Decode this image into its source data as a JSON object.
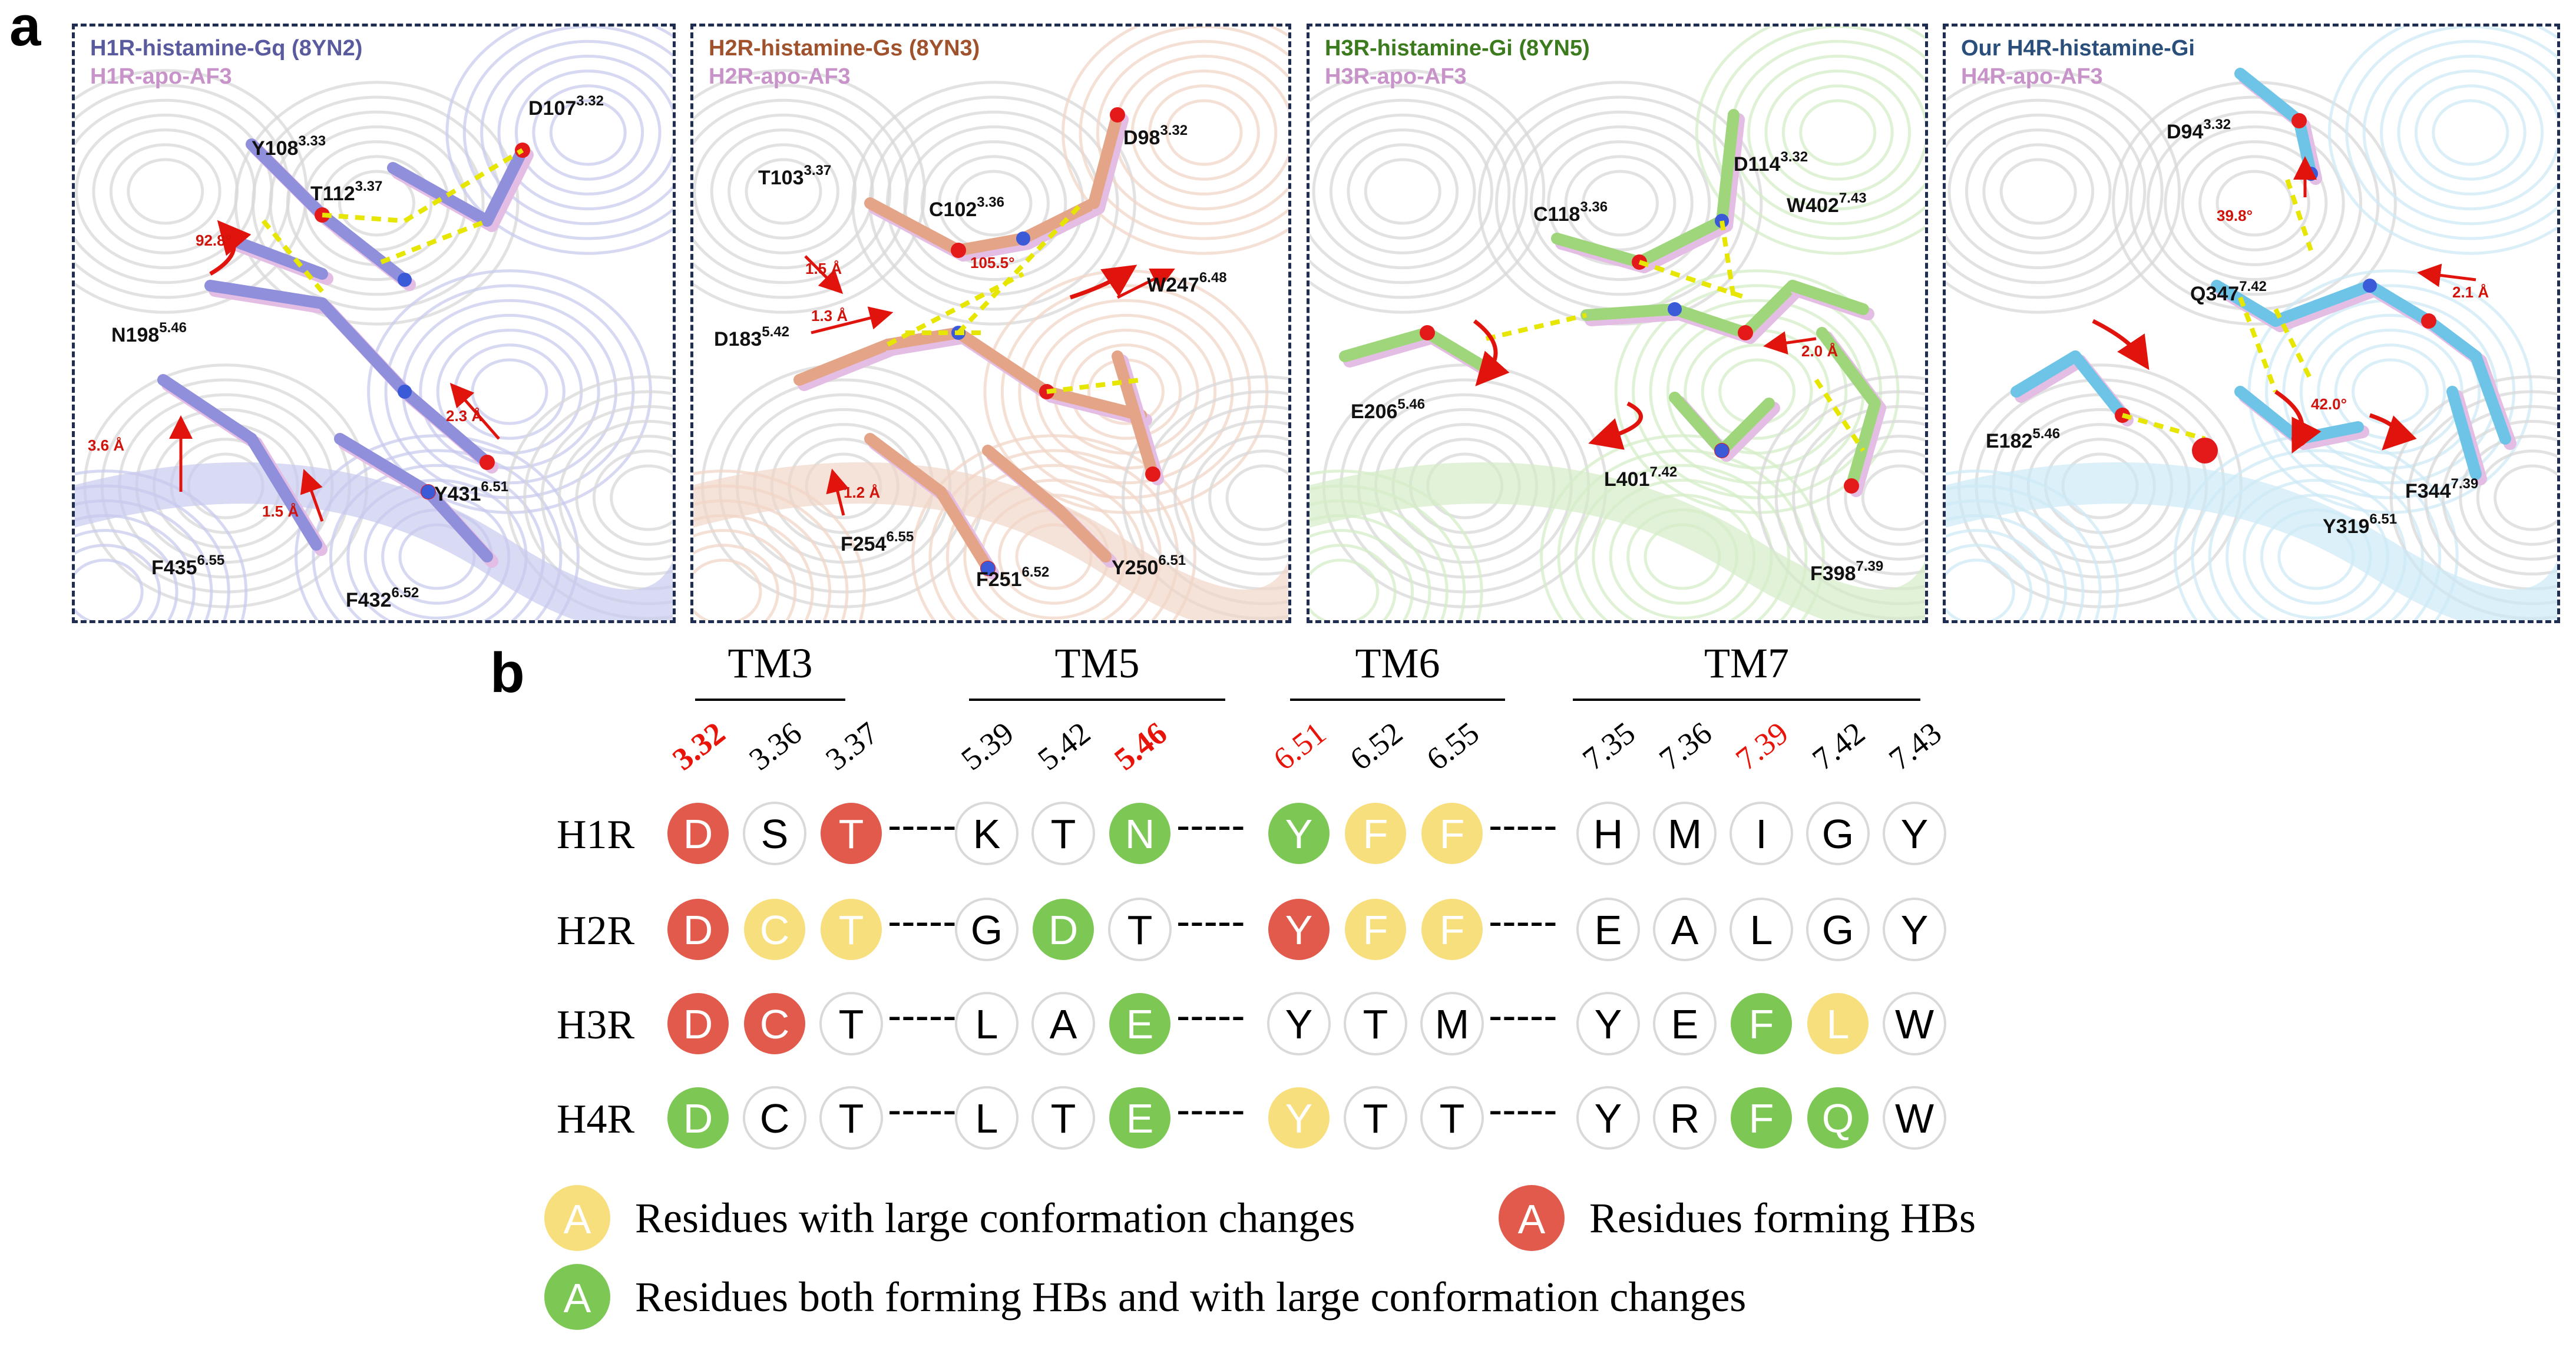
{
  "figure": {
    "panel_a_letter": "a",
    "panel_b_letter": "b"
  },
  "panels": [
    {
      "id": "h1r",
      "legend_main": "H1R-histamine-Gq (8YN2)",
      "legend_apo": "H1R-apo-AF3",
      "main_color": "#5a5b9e",
      "apo_color": "#c793c9",
      "stick_color": "#8f8fdc",
      "helix_color": "#c9cbee",
      "residues": [
        {
          "name": "Y108",
          "pos": "3.33"
        },
        {
          "name": "D107",
          "pos": "3.32"
        },
        {
          "name": "T112",
          "pos": "3.37"
        },
        {
          "name": "N198",
          "pos": "5.46"
        },
        {
          "name": "Y431",
          "pos": "6.51"
        },
        {
          "name": "F435",
          "pos": "6.55"
        },
        {
          "name": "F432",
          "pos": "6.52"
        }
      ],
      "measures": [
        "92.8°",
        "3.6 Å",
        "1.5 Å",
        "2.3 Å"
      ]
    },
    {
      "id": "h2r",
      "legend_main": "H2R-histamine-Gs (8YN3)",
      "legend_apo": "H2R-apo-AF3",
      "main_color": "#a0522d",
      "apo_color": "#c793c9",
      "stick_color": "#e3a488",
      "helix_color": "#f1d5c8",
      "residues": [
        {
          "name": "D98",
          "pos": "3.32"
        },
        {
          "name": "T103",
          "pos": "3.37"
        },
        {
          "name": "C102",
          "pos": "3.36"
        },
        {
          "name": "W247",
          "pos": "6.48"
        },
        {
          "name": "D183",
          "pos": "5.42"
        },
        {
          "name": "F254",
          "pos": "6.55"
        },
        {
          "name": "F251",
          "pos": "6.52"
        },
        {
          "name": "Y250",
          "pos": "6.51"
        }
      ],
      "measures": [
        "1.5 Å",
        "105.5°",
        "1.3 Å",
        "1.2 Å"
      ]
    },
    {
      "id": "h3r",
      "legend_main": "H3R-histamine-Gi (8YN5)",
      "legend_apo": "H3R-apo-AF3",
      "main_color": "#3c7a1e",
      "apo_color": "#c793c9",
      "stick_color": "#9fd67c",
      "helix_color": "#d6edc8",
      "residues": [
        {
          "name": "D114",
          "pos": "3.32"
        },
        {
          "name": "C118",
          "pos": "3.36"
        },
        {
          "name": "W402",
          "pos": "7.43"
        },
        {
          "name": "E206",
          "pos": "5.46"
        },
        {
          "name": "L401",
          "pos": "7.42"
        },
        {
          "name": "F398",
          "pos": "7.39"
        }
      ],
      "measures": [
        "2.0 Å"
      ]
    },
    {
      "id": "h4r",
      "legend_main": "Our H4R-histamine-Gi",
      "legend_apo": "H4R-apo-AF3",
      "main_color": "#2a4f7a",
      "apo_color": "#c793c9",
      "stick_color": "#6ec4e6",
      "helix_color": "#cdeaf6",
      "residues": [
        {
          "name": "D94",
          "pos": "3.32"
        },
        {
          "name": "Q347",
          "pos": "7.42"
        },
        {
          "name": "E182",
          "pos": "5.46"
        },
        {
          "name": "Y319",
          "pos": "6.51"
        },
        {
          "name": "F344",
          "pos": "7.39"
        }
      ],
      "measures": [
        "39.8°",
        "2.1 Å",
        "42.0°"
      ]
    }
  ],
  "table": {
    "groups": [
      {
        "label": "TM3",
        "positions": [
          {
            "text": "3.32",
            "color": "red",
            "bold": true
          },
          {
            "text": "3.36",
            "color": "black",
            "bold": false
          },
          {
            "text": "3.37",
            "color": "black",
            "bold": false
          }
        ]
      },
      {
        "label": "TM5",
        "positions": [
          {
            "text": "5.39",
            "color": "black",
            "bold": false
          },
          {
            "text": "5.42",
            "color": "black",
            "bold": false
          },
          {
            "text": "5.46",
            "color": "red",
            "bold": true
          }
        ]
      },
      {
        "label": "TM6",
        "positions": [
          {
            "text": "6.51",
            "color": "red",
            "bold": false
          },
          {
            "text": "6.52",
            "color": "black",
            "bold": false
          },
          {
            "text": "6.55",
            "color": "black",
            "bold": false
          }
        ]
      },
      {
        "label": "TM7",
        "positions": [
          {
            "text": "7.35",
            "color": "black",
            "bold": false
          },
          {
            "text": "7.36",
            "color": "black",
            "bold": false
          },
          {
            "text": "7.39",
            "color": "red",
            "bold": false
          },
          {
            "text": "7.42",
            "color": "black",
            "bold": false
          },
          {
            "text": "7.43",
            "color": "black",
            "bold": false
          }
        ]
      }
    ],
    "separator": "-----",
    "rows": [
      {
        "label": "H1R",
        "cells": [
          [
            {
              "r": "D",
              "c": "red"
            },
            {
              "r": "S",
              "c": "none"
            },
            {
              "r": "T",
              "c": "red"
            }
          ],
          [
            {
              "r": "K",
              "c": "none"
            },
            {
              "r": "T",
              "c": "none"
            },
            {
              "r": "N",
              "c": "green"
            }
          ],
          [
            {
              "r": "Y",
              "c": "green"
            },
            {
              "r": "F",
              "c": "yellow"
            },
            {
              "r": "F",
              "c": "yellow"
            }
          ],
          [
            {
              "r": "H",
              "c": "none"
            },
            {
              "r": "M",
              "c": "none"
            },
            {
              "r": "I",
              "c": "none"
            },
            {
              "r": "G",
              "c": "none"
            },
            {
              "r": "Y",
              "c": "none"
            }
          ]
        ]
      },
      {
        "label": "H2R",
        "cells": [
          [
            {
              "r": "D",
              "c": "red"
            },
            {
              "r": "C",
              "c": "yellow"
            },
            {
              "r": "T",
              "c": "yellow"
            }
          ],
          [
            {
              "r": "G",
              "c": "none"
            },
            {
              "r": "D",
              "c": "green"
            },
            {
              "r": "T",
              "c": "none"
            }
          ],
          [
            {
              "r": "Y",
              "c": "red"
            },
            {
              "r": "F",
              "c": "yellow"
            },
            {
              "r": "F",
              "c": "yellow"
            }
          ],
          [
            {
              "r": "E",
              "c": "none"
            },
            {
              "r": "A",
              "c": "none"
            },
            {
              "r": "L",
              "c": "none"
            },
            {
              "r": "G",
              "c": "none"
            },
            {
              "r": "Y",
              "c": "none"
            }
          ]
        ]
      },
      {
        "label": "H3R",
        "cells": [
          [
            {
              "r": "D",
              "c": "red"
            },
            {
              "r": "C",
              "c": "red"
            },
            {
              "r": "T",
              "c": "none"
            }
          ],
          [
            {
              "r": "L",
              "c": "none"
            },
            {
              "r": "A",
              "c": "none"
            },
            {
              "r": "E",
              "c": "green"
            }
          ],
          [
            {
              "r": "Y",
              "c": "none"
            },
            {
              "r": "T",
              "c": "none"
            },
            {
              "r": "M",
              "c": "none"
            }
          ],
          [
            {
              "r": "Y",
              "c": "none"
            },
            {
              "r": "E",
              "c": "none"
            },
            {
              "r": "F",
              "c": "green"
            },
            {
              "r": "L",
              "c": "yellow"
            },
            {
              "r": "W",
              "c": "none"
            }
          ]
        ]
      },
      {
        "label": "H4R",
        "cells": [
          [
            {
              "r": "D",
              "c": "green"
            },
            {
              "r": "C",
              "c": "none"
            },
            {
              "r": "T",
              "c": "none"
            }
          ],
          [
            {
              "r": "L",
              "c": "none"
            },
            {
              "r": "T",
              "c": "none"
            },
            {
              "r": "E",
              "c": "green"
            }
          ],
          [
            {
              "r": "Y",
              "c": "yellow"
            },
            {
              "r": "T",
              "c": "none"
            },
            {
              "r": "T",
              "c": "none"
            }
          ],
          [
            {
              "r": "Y",
              "c": "none"
            },
            {
              "r": "R",
              "c": "none"
            },
            {
              "r": "F",
              "c": "green"
            },
            {
              "r": "Q",
              "c": "green"
            },
            {
              "r": "W",
              "c": "none"
            }
          ]
        ]
      }
    ],
    "colors": {
      "red": "#e15a4b",
      "yellow": "#f8df7e",
      "green": "#7dc855",
      "none": "#ffffff",
      "pos_red": "#e8140a"
    },
    "legend": [
      {
        "symbol": "A",
        "color": "yellow",
        "text": "Residues with large conformation changes"
      },
      {
        "symbol": "A",
        "color": "red",
        "text": "Residues forming HBs"
      },
      {
        "symbol": "A",
        "color": "green",
        "text": "Residues both forming HBs and with large conformation changes"
      }
    ]
  }
}
